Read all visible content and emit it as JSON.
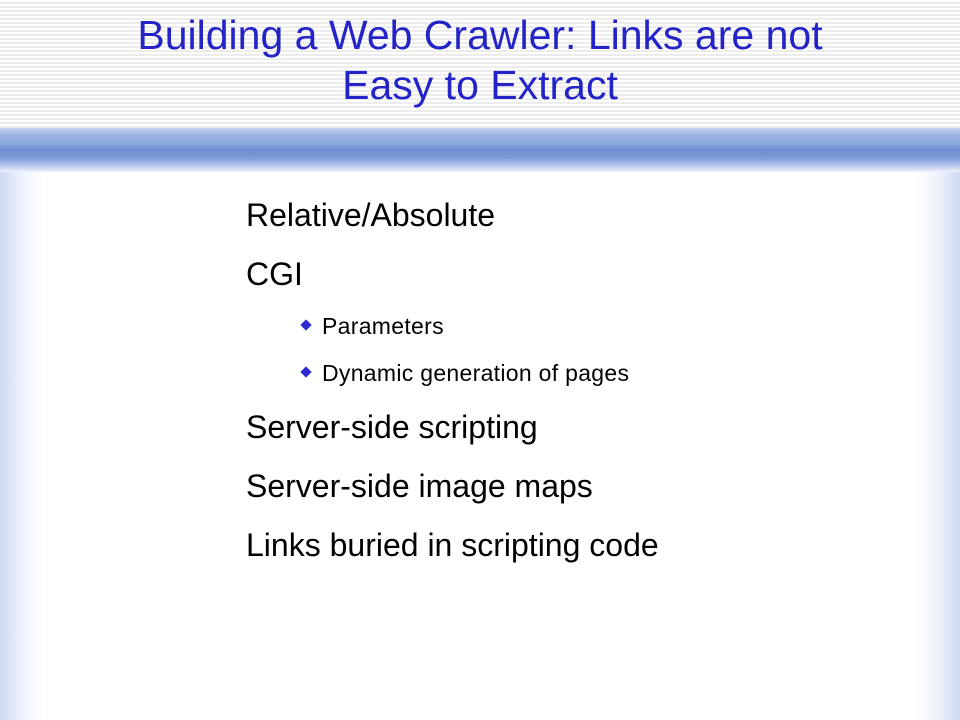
{
  "slide": {
    "title_line1": "Building a Web Crawler: Links are not",
    "title_line2": "Easy to Extract",
    "bullets": {
      "b0": "Relative/Absolute",
      "b1": "CGI",
      "b1_sub0": "Parameters",
      "b1_sub1": "Dynamic generation of pages",
      "b2": "Server-side scripting",
      "b3": "Server-side image maps",
      "b4": "Links buried in scripting code"
    },
    "colors": {
      "title": "#2323c8",
      "sub_bullet_marker": "#2c2cd0",
      "accent_bar": "#7d9bd8",
      "text": "#000000"
    },
    "icons": {
      "sub_bullet_marker": "diamond-bullet-icon"
    }
  }
}
